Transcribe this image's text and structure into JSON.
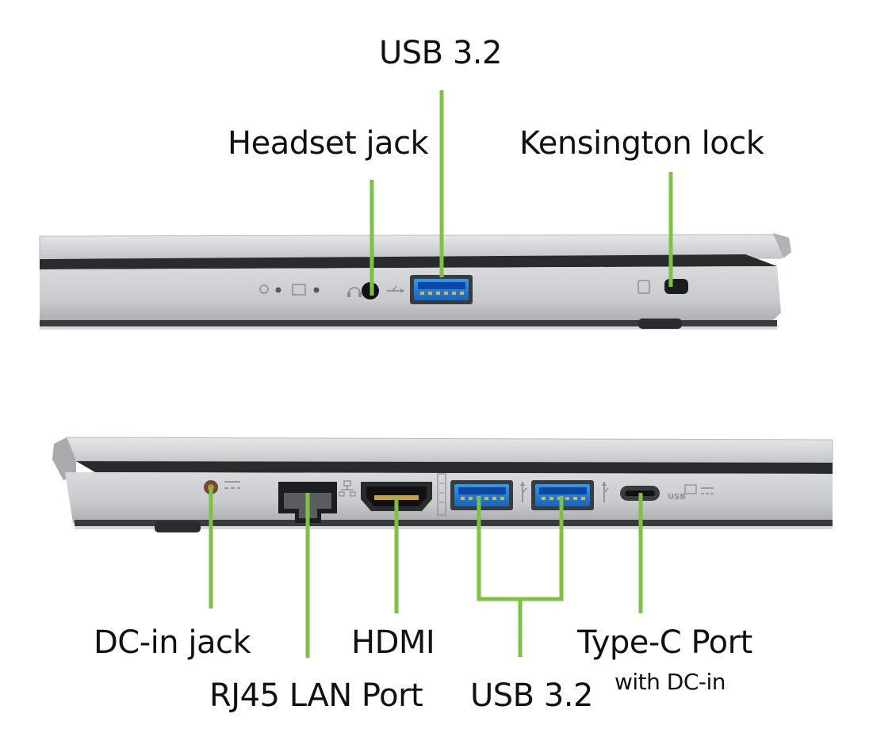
{
  "top_view": {
    "labels": {
      "usb": "USB 3.2",
      "headset": "Headset jack",
      "kensington": "Kensington lock"
    }
  },
  "bottom_view": {
    "labels": {
      "dc_in": "DC-in jack",
      "rj45": "RJ45 LAN Port",
      "hdmi": "HDMI",
      "usb": "USB 3.2",
      "typec": "Type-C Port",
      "typec_sub": "with DC-in"
    },
    "port_markings": {
      "usb_c": "USB"
    }
  },
  "colors": {
    "callout": "#7dc242",
    "chassis": "#cfd1d4",
    "usb_blue": "#1e88e5"
  }
}
